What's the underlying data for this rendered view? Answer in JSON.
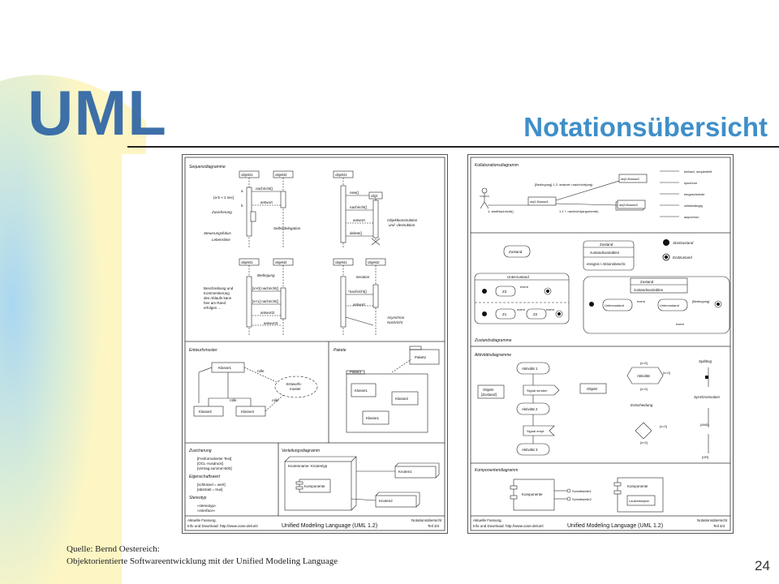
{
  "slide": {
    "title": "UML",
    "subtitle": "Notationsübersicht",
    "page_number": "24",
    "source_line1": "Quelle: Bernd Oestereich:",
    "source_line2": "Objektorientierte Softwareentwicklung mit der Unified Modeling Language"
  },
  "colors": {
    "title": "#3d6fa8",
    "subtitle": "#3f8fc8",
    "gradient_blue": "#a9d6f2",
    "gradient_yellow": "#fdf6c4"
  },
  "left_sheet": {
    "seq_title": "Sequenzdiagramme",
    "objekt1": "objekt1",
    "objekt2": "objekt2",
    "nachricht": "nachricht()",
    "antwort": "antwort",
    "a": "a",
    "b": "b",
    "constraint": "{a-b < 2 sec}",
    "zusicherung": "Zusicherung",
    "selbstdelegation": "Selbstdelegation",
    "steuerungsfokus": "Steuerungsfokus",
    "lebenslinie": "Lebenslinie",
    "new": "new()",
    "obj2": "obj2",
    "delete": "delete()",
    "objektkonstruktion": "Objektkonstruktion",
    "und_destruktion": "und -destruktion",
    "bedingung": "Bedingung",
    "iteration": "Iteration",
    "x0": "[x>0] nachricht()",
    "x1": "[x<1] nachricht()",
    "antwort2": "antwort2",
    "antwort3": "antwort3",
    "beschreibung1": "Beschreibung und",
    "beschreibung2": "Kommentierung",
    "beschreibung3": "des Ablaufs kann",
    "beschreibung4": "hier am Rand",
    "beschreibung5": "erfolgen ...",
    "nachricht_star": "*nachricht()",
    "asynchron1": "Asynchron",
    "asynchron2": "Nachricht",
    "entwurfsmuster": "Entwurfsmuster",
    "klasse1": "Klasse1",
    "klasse2": "Klasse2",
    "klasse3": "Klasse3",
    "rolle": "rolle",
    "muster1": "Entwurfs-",
    "muster2": "muster",
    "pakete": "Pakete",
    "paket2": "Paket2",
    "paket3": "Paket3",
    "zusicherung_title": "Zusicherung",
    "formuliert": "[Freiformulierter Text]",
    "ocl": "[OCL-Ausdruck]",
    "vertrag": "[vertrag.summe>500]",
    "eigenschaftswert": "Eigenschaftswert",
    "schluessel": "[schlüssel = wert]",
    "abstrakt": "[abstrakt = true]",
    "stereotyp": "Stereotyp",
    "stereotyp_tag": "«stereotyp»",
    "interface_tag": "«interface»",
    "verteilung": "Verteilungsdiagramm",
    "knotenname": "Knotenname: Knotentyp",
    "komponente": "Komponente",
    "knoten1": "Knoten1",
    "knoten2": "Knoten2",
    "footer1": "Aktuelle Fassung,",
    "footer2": "Info und Download: http://www.oose.de/uml",
    "footer_uml": "Unified Modeling Language (UML 1.2)",
    "footer3": "Notationsübersicht",
    "footer4": "Teil 3/4"
  },
  "right_sheet": {
    "kollab_title": "Kollaborationsdiagramm",
    "bedingung_msg": "[Bedingung] 1.2: antwort:=nachricht(arg)",
    "obj1_klasse": "obj1:Klasse1",
    "obj2_klasse": "obj2:Klasse2",
    "obj3_klasse": "obj3:Klasse3",
    "start_msg": "1: startNachricht()",
    "iter_msg": "1.1 *: nachricht(argumente)",
    "legend1": "einfach, sequentiell",
    "legend2": "synchron",
    "legend3": "eingeschränkt",
    "legend4": "zeitabhängig",
    "legend5": "asynchron",
    "zustand": "Zustand",
    "zustandsvariablen": "zustandsvariablen",
    "ereignis": "ereignis / Aktionsbeschr.",
    "startzustand": "Startzustand",
    "endzustand": "Endzustand",
    "unterzustand": "Unterzustand",
    "z3": "Z3",
    "z1": "Z1",
    "z2": "Z2",
    "event": "event",
    "bedingung_short": "[Bedingung]",
    "zustandsdiagramme": "Zustandsdiagramme",
    "aktivitaet": "Aktivitätsdiagramme",
    "aktivitaet1": "Aktivität 1",
    "aktivitaet2": "Aktivität 2",
    "aktivitaet3": "Aktivität 3",
    "aktivitaet_short": "Aktivität",
    "objekt": "Objekt",
    "objekt_zustand1": "Objekt",
    "objekt_zustand2": "[Zustand]",
    "signal_senden": "Signal senden",
    "signal_empf": "Signal empf.",
    "x_gt0": "[x>0]",
    "x_lt0": "[x<0]",
    "x_eq0": "[x=0]",
    "entscheidung": "Entscheidung",
    "splitting": "Splitting",
    "synchronisation": "Synchronisation",
    "and": "[AND]",
    "or": "[OR]",
    "komponenten": "Komponentendiagramm",
    "komponente": "Komponente",
    "schnittstelle1": "Schnittstelle1",
    "schnittstelle2": "Schnittstelle2",
    "laufzeitobjekt": "Laufzeitobjekt",
    "footer1": "Aktuelle Fassung,",
    "footer2": "Info und Download: http://www.oose.de/uml",
    "footer_uml": "Unified Modeling Language (UML 1.2)",
    "footer3": "Notationsübersicht",
    "footer4": "Teil 4/4"
  }
}
